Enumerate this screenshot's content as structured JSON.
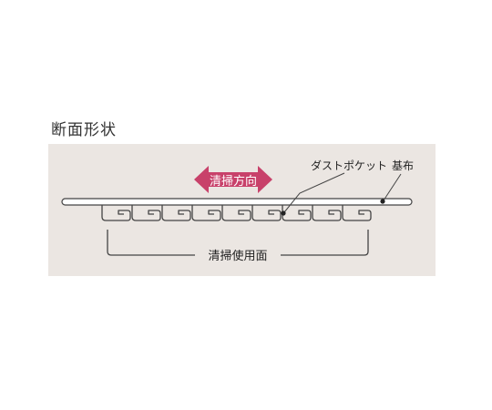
{
  "title": "断面形状",
  "labels": {
    "direction": "清掃方向",
    "dust_pocket": "ダストポケット",
    "base_cloth": "基布",
    "cleaning_surface": "清掃使用面"
  },
  "colors": {
    "panel_bg": "#ebe6e2",
    "arrow": "#c8416a",
    "outline": "#444444"
  }
}
